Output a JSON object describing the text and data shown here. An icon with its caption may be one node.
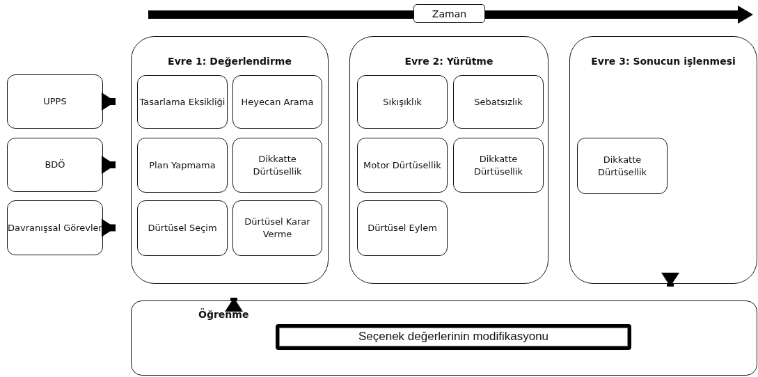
{
  "diagram": {
    "nodes": [
      {
        "text": [
          "UPPS"
        ]
      },
      {
        "text": [
          "BDÖ"
        ]
      },
      {
        "text": [
          "Davranışsal Görevler"
        ]
      },
      {
        "text": [
          "Evre 1:  Değerlendirme"
        ]
      },
      {
        "text": [
          "Tasarlama Eksikliği"
        ],
        "in": 3
      },
      {
        "text": [
          "Heyecan Arama"
        ],
        "in": 3
      },
      {
        "text": [
          "Plan Yapmama"
        ],
        "in": 3
      },
      {
        "text": [
          "Dikkatte Dürtüsellik"
        ],
        "in": 3
      },
      {
        "text": [
          "Dürtüsel Seçim"
        ],
        "in": 3
      },
      {
        "text": [
          "Dürtüsel Karar Verme"
        ],
        "in": 3
      },
      {
        "text": [
          "Evre 2: Yürütme"
        ]
      },
      {
        "text": [
          "Sıkışıklık"
        ],
        "in": 10
      },
      {
        "text": [
          "Sebatsızlık"
        ],
        "in": 10
      },
      {
        "text": [
          "Motor Dürtüsellik"
        ],
        "in": 10
      },
      {
        "text": [
          "Dikkatte Dürtüsellik"
        ],
        "in": 10
      },
      {
        "text": [
          "Dürtüsel Eylem"
        ],
        "in": 10
      },
      {
        "text": [
          "Evre 3: Sonucun işlenmesi"
        ]
      },
      {
        "text": [
          "Dikkatte Dürtüsellik"
        ],
        "in": 16
      },
      {
        "text": [
          "Öğrenme"
        ]
      },
      {
        "text": [
          "Seçenek değerlerinin modifikasyonu"
        ],
        "in": 18
      }
    ],
    "edges": [
      {
        "from": 0,
        "to": 3,
        "arrow": "to"
      },
      {
        "from": 1,
        "to": 3,
        "arrow": "to"
      },
      {
        "from": 2,
        "to": 3,
        "arrow": "to"
      },
      {
        "from": 18,
        "to": 3,
        "arrow": "to"
      },
      {
        "from": 16,
        "to": 18,
        "arrow": "to"
      }
    ],
    "labels": [
      "Zaman"
    ]
  }
}
